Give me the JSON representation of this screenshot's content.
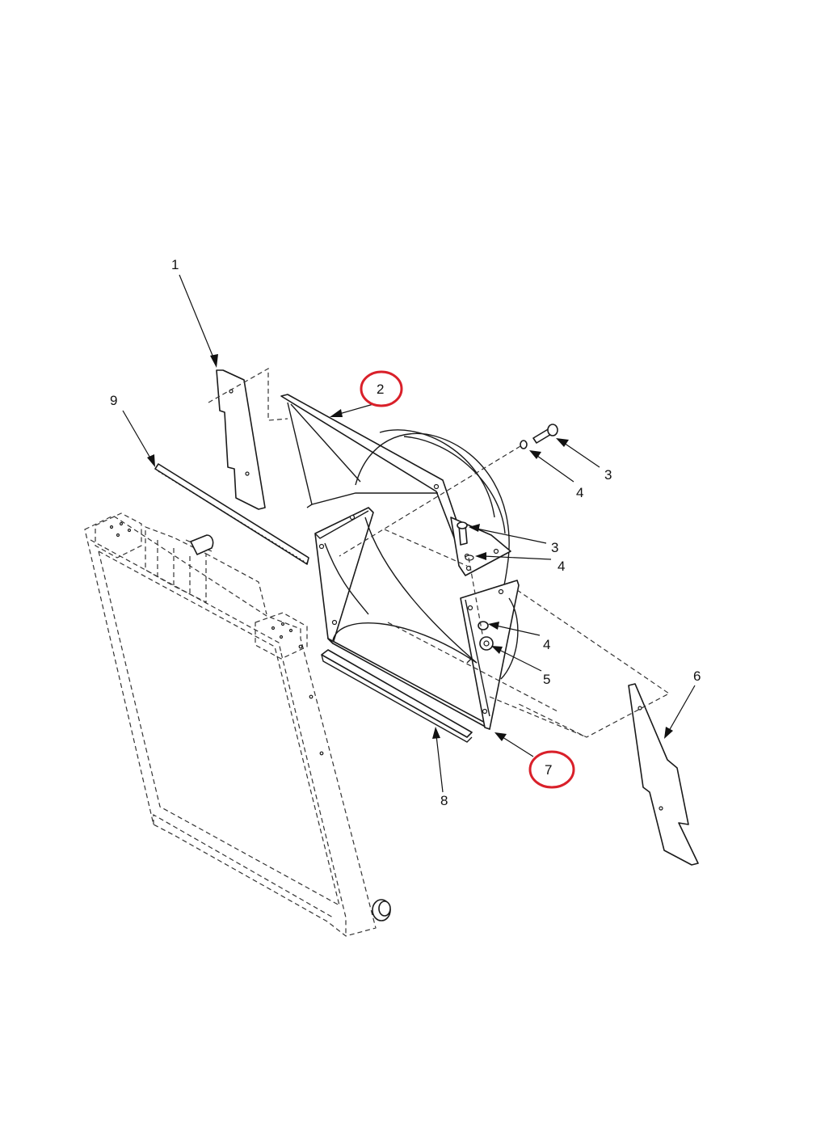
{
  "callouts": [
    {
      "id": "c1",
      "label": "1"
    },
    {
      "id": "c2",
      "label": "2",
      "highlighted": true
    },
    {
      "id": "c3a",
      "label": "3"
    },
    {
      "id": "c4a",
      "label": "4"
    },
    {
      "id": "c3b",
      "label": "3"
    },
    {
      "id": "c4b",
      "label": "4"
    },
    {
      "id": "c4c",
      "label": "4"
    },
    {
      "id": "c5",
      "label": "5"
    },
    {
      "id": "c6",
      "label": "6"
    },
    {
      "id": "c7",
      "label": "7",
      "highlighted": true
    },
    {
      "id": "c8",
      "label": "8"
    },
    {
      "id": "c9",
      "label": "9"
    }
  ],
  "colors": {
    "line": "#1a1a1a",
    "highlight": "#d9202a",
    "background": "#ffffff"
  }
}
